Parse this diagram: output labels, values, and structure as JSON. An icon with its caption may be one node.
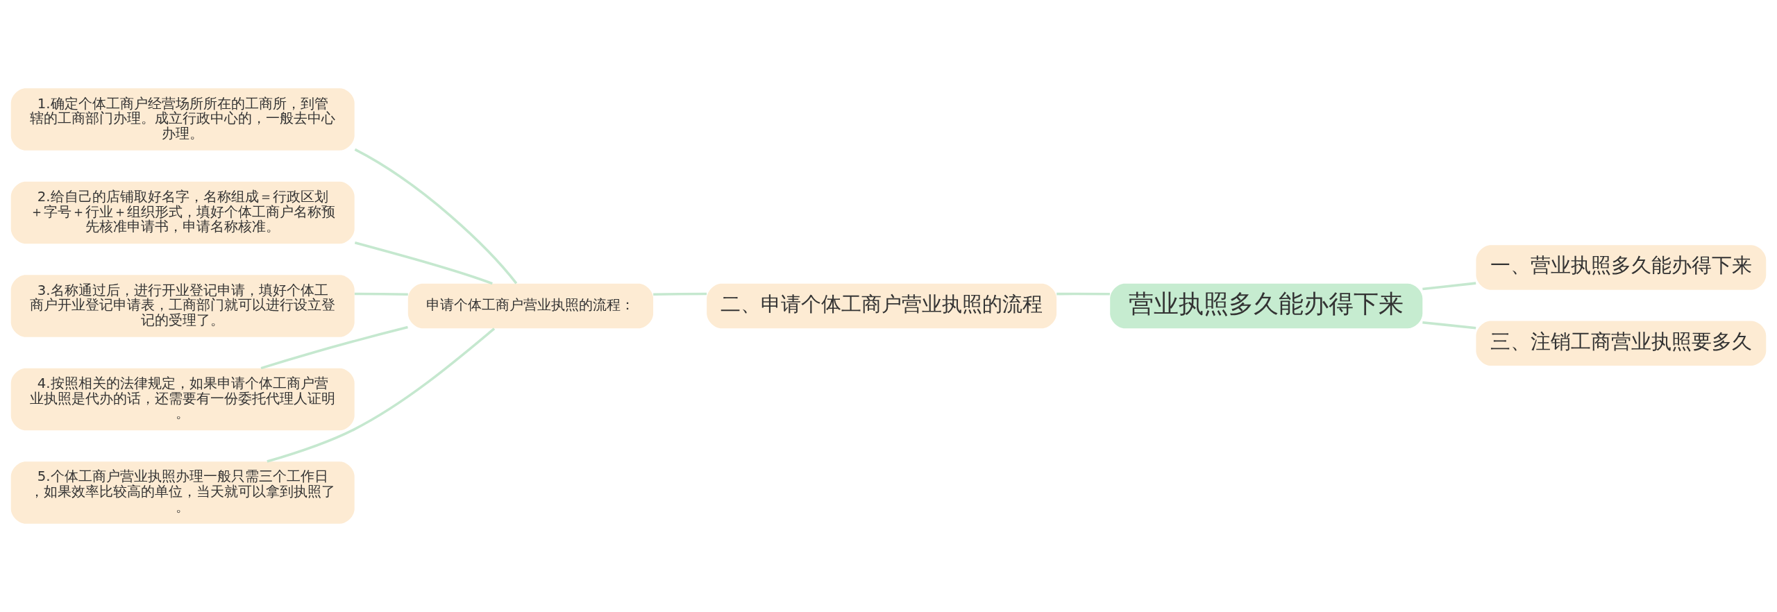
{
  "diagram": {
    "nodes": [
      {
        "text": [
          "营业执照多久能办得下来"
        ]
      },
      {
        "text": [
          "一、营业执照多久能办得下来"
        ]
      },
      {
        "text": [
          "二、申请个体工商户营业执照的流程"
        ]
      },
      {
        "text": [
          "三、注销工商营业执照要多久"
        ]
      },
      {
        "text": [
          "申请个体工商户营业执照的流程："
        ]
      },
      {
        "text": [
          "1.确定个体工商户经营场所所在的工商所，到管辖的工商部门办理。成立行政中心的，一般去中心办理。"
        ]
      },
      {
        "text": [
          "2.给自己的店铺取好名字，名称组成＝行政区划＋字号＋行业＋组织形式，填好个体工商户名称预先核准申请书，申请名称核准。"
        ]
      },
      {
        "text": [
          "3.名称通过后，进行开业登记申请，填好个体工商户开业登记申请表，工商部门就可以进行设立登记的受理了。"
        ]
      },
      {
        "text": [
          "4.按照相关的法律规定，如果申请个体工商户营业执照是代办的话，还需要有一份委托代理人证明。"
        ]
      },
      {
        "text": [
          "5.个体工商户营业执照办理一般只需三个工作日，如果效率比较高的单位，当天就可以拿到执照了。"
        ]
      }
    ],
    "edges": [
      {
        "from": 0,
        "to": 1,
        "arrow": "none"
      },
      {
        "from": 0,
        "to": 2,
        "arrow": "none"
      },
      {
        "from": 0,
        "to": 3,
        "arrow": "none"
      },
      {
        "from": 2,
        "to": 4,
        "arrow": "none"
      },
      {
        "from": 4,
        "to": 5,
        "arrow": "none"
      },
      {
        "from": 4,
        "to": 6,
        "arrow": "none"
      },
      {
        "from": 4,
        "to": 7,
        "arrow": "none"
      },
      {
        "from": 4,
        "to": 8,
        "arrow": "none"
      },
      {
        "from": 4,
        "to": 9,
        "arrow": "none"
      }
    ]
  }
}
